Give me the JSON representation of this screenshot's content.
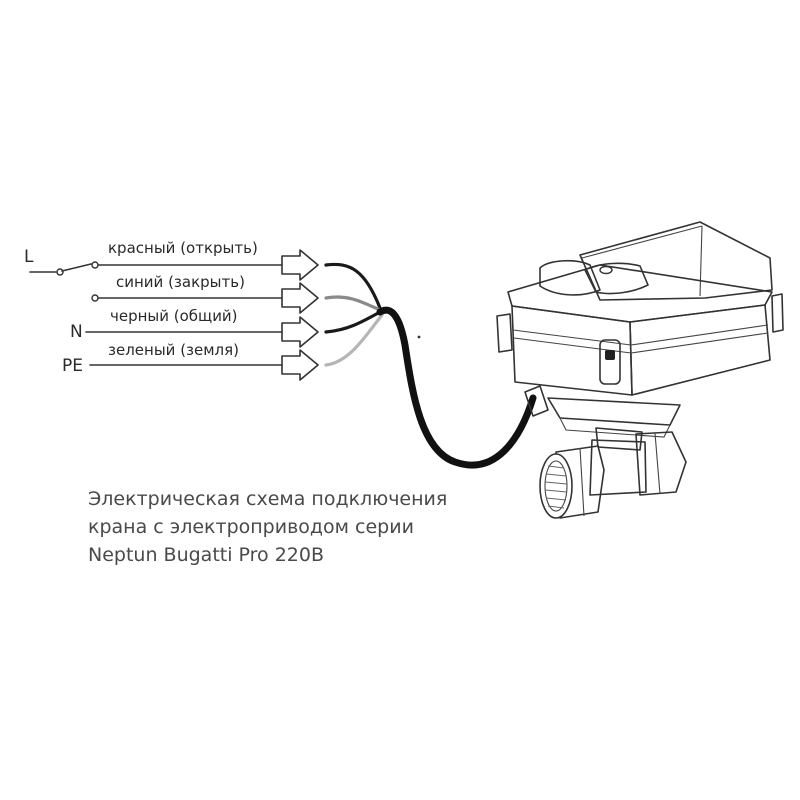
{
  "terminals": {
    "L": "L",
    "N": "N",
    "PE": "PE"
  },
  "wires": [
    {
      "label": "красный (открыть)",
      "color": "#1a1a1a"
    },
    {
      "label": "синий (закрыть)",
      "color": "#8a8a8a"
    },
    {
      "label": "черный (общий)",
      "color": "#1a1a1a"
    },
    {
      "label": "зеленый (земля)",
      "color": "#b5b5b5"
    }
  ],
  "caption": {
    "line1": "Электрическая схема подключения",
    "line2": "крана с электроприводом серии",
    "line3": "Neptun Bugatti Pro 220В"
  },
  "colors": {
    "line": "#333333",
    "cable": "#111111"
  }
}
